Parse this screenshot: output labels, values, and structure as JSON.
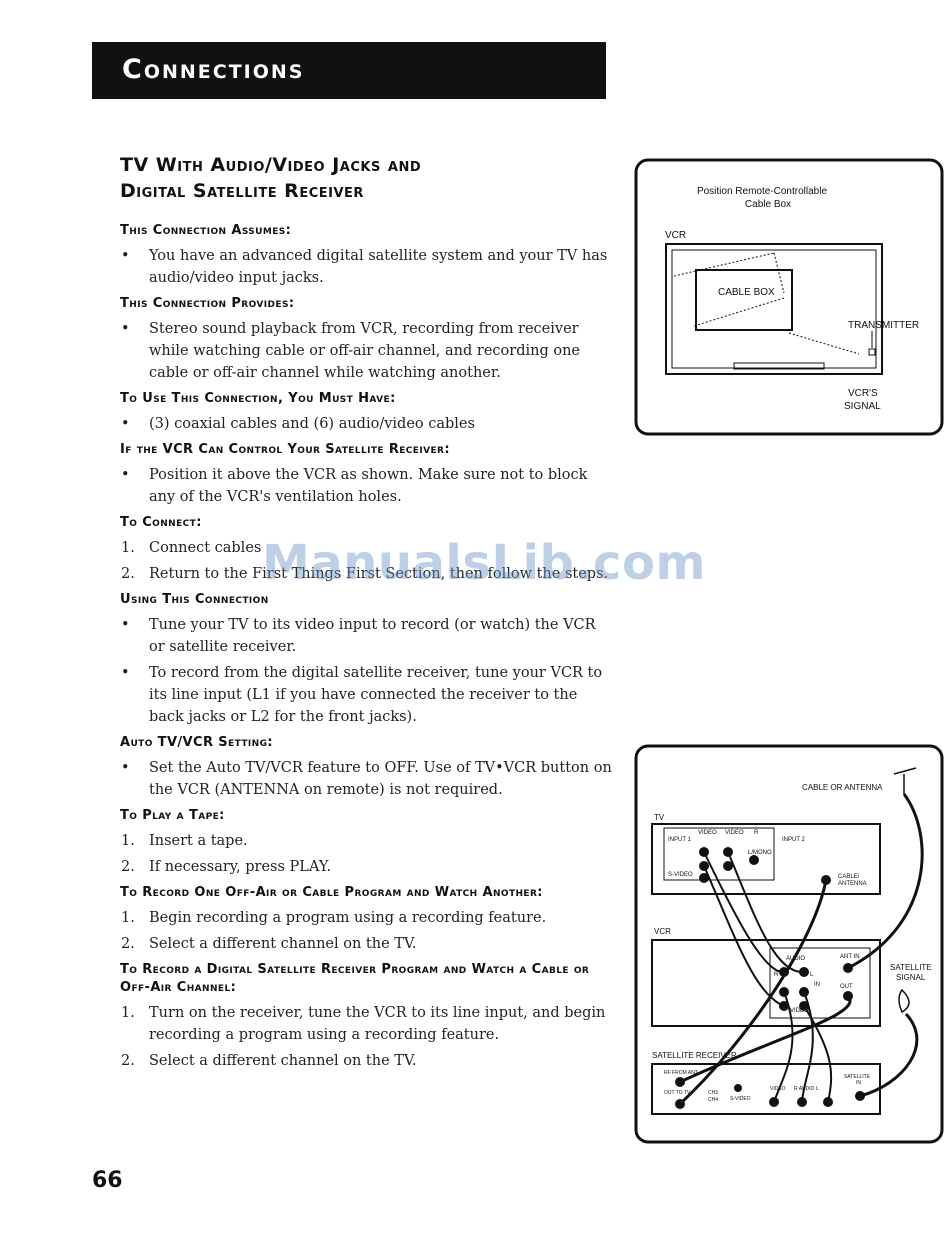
{
  "header": {
    "title": "Connections"
  },
  "page_title": {
    "line1": "TV With Audio/Video Jacks and",
    "line2": "Digital Satellite Receiver"
  },
  "sections": {
    "assumes": {
      "heading": "This Connection Assumes:",
      "items": [
        "You have an advanced digital satellite system and your TV has audio/video input jacks."
      ]
    },
    "provides": {
      "heading": "This Connection Provides:",
      "items": [
        "Stereo sound playback from VCR, recording from receiver while watching cable or off-air channel, and recording one cable or off-air channel while watching another."
      ]
    },
    "must_have": {
      "heading": "To Use This Connection, You Must Have:",
      "items": [
        "(3) coaxial cables and (6) audio/video cables"
      ]
    },
    "vcr_control": {
      "heading": "If the VCR Can Control Your Satellite Receiver:",
      "items": [
        "Position it above the VCR as shown. Make sure not to block any of the VCR's ventilation holes."
      ]
    },
    "to_connect": {
      "heading": "To Connect:",
      "steps": [
        "Connect cables",
        "Return to the First Things First Section, then follow the steps."
      ]
    },
    "using": {
      "heading": "Using This Connection",
      "items": [
        "Tune your TV to its video input to record (or watch) the VCR or satellite receiver.",
        "To record from the digital satellite receiver, tune your VCR to its line input (L1 if you have connected the receiver to the back jacks or L2 for the front jacks)."
      ]
    },
    "auto": {
      "heading": "Auto TV/VCR Setting:",
      "items": [
        "Set the Auto TV/VCR feature to OFF. Use of TV•VCR button on the VCR (ANTENNA on remote) is not required."
      ]
    },
    "play": {
      "heading": "To Play a Tape:",
      "steps": [
        "Insert a tape.",
        "If necessary, press PLAY."
      ]
    },
    "record_one": {
      "heading": "To Record One Off-Air or Cable Program and Watch Another:",
      "steps": [
        "Begin recording a program using a recording feature.",
        "Select a different channel on the TV."
      ]
    },
    "record_sat": {
      "heading": "To Record a Digital Satellite Receiver Program and Watch a Cable or Off-Air Channel:",
      "steps": [
        "Turn on the receiver, tune the VCR to its line input, and begin recording a program using a recording feature.",
        "Select a different channel on the TV."
      ]
    }
  },
  "markers": {
    "bullet": "•",
    "n1": "1.",
    "n2": "2."
  },
  "watermark": "ManualsLib.com",
  "figure_top": {
    "title_line1": "Position Remote-Controllable",
    "title_line2": "Cable Box",
    "vcr_label": "VCR",
    "cable_box_label": "CABLE BOX",
    "transmitter_label": "TRANSMITTER",
    "signal_line1": "VCR'S",
    "signal_line2": "SIGNAL"
  },
  "figure_bottom": {
    "antenna_label": "CABLE OR ANTENNA",
    "tv_label": "TV",
    "vcr_label": "VCR",
    "satellite_signal_line1": "SATELLITE",
    "satellite_signal_line2": "SIGNAL",
    "receiver_label": "SATELLITE RECEIVER",
    "tv_jacks": {
      "input1": "INPUT 1",
      "input2": "INPUT 2",
      "video": "VIDEO",
      "r": "R",
      "lmono": "L/MONO",
      "svideo": "S-VIDEO",
      "cable_antenna_1": "CABLE/",
      "cable_antenna_2": "ANTENNA"
    },
    "vcr_jacks": {
      "audio": "AUDIO",
      "ant_in": "ANT IN",
      "r": "R",
      "l": "L",
      "in": "IN",
      "out": "OUT",
      "video": "VIDEO"
    },
    "receiver_jacks": {
      "rf_from_ant": "RF FROM ANT",
      "out_to_tv": "OUT TO TV",
      "ch3": "CH3",
      "ch4": "CH4",
      "svideo": "S-VIDEO",
      "video": "VIDEO",
      "raudio": "R AUDIO L",
      "satellite_in_1": "SATELLITE",
      "satellite_in_2": "IN"
    }
  },
  "page_number": "66"
}
